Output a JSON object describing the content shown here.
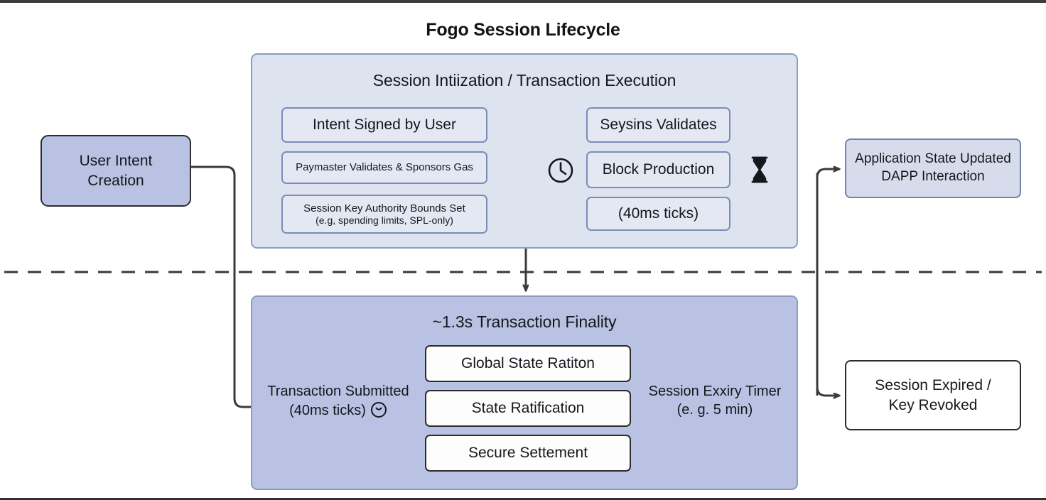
{
  "diagram": {
    "title": "Fogo Session Lifecycle",
    "type": "flowchart",
    "colors": {
      "panel_top_fill": "#dee3f0",
      "panel_bottom_fill": "#b9c2e2",
      "panel_border": "#8b9bc4",
      "chip_light_fill": "#e4e8f3",
      "chip_light_border": "#7b8cb8",
      "chip_white_fill": "#fdfdfd",
      "chip_white_border": "#2c2c2c",
      "user_intent_fill": "#b9c2e2",
      "app_state_fill": "#d7dcec",
      "session_expired_fill": "#ffffff",
      "text": "#14181d",
      "connector": "#3a3a3a",
      "background": "#ffffff"
    }
  },
  "user_intent_box": {
    "line1": "User Intent",
    "line2": "Creation"
  },
  "panel_init": {
    "heading": "Session Intiization / Transaction Execution",
    "left_column": [
      {
        "label": "Intent Signed by User"
      },
      {
        "label": "Paymaster Validates & Sponsors Gas"
      },
      {
        "label": "Session Key Authority Bounds Set",
        "sublabel": "(e.g, spending limits, SPL-only)"
      }
    ],
    "right_column": [
      {
        "label": "Seysins Validates"
      },
      {
        "label": "Block Production"
      },
      {
        "label": "(40ms ticks)"
      }
    ],
    "icons": {
      "clock": "clock-icon",
      "hourglass": "hourglass-icon",
      "divider": "vertical-dashed-divider"
    }
  },
  "panel_finality": {
    "heading": "~1.3s Transaction Finality",
    "steps": [
      {
        "label": "Global State Ratiton"
      },
      {
        "label": "State Ratification"
      },
      {
        "label": "Secure Settement"
      }
    ],
    "left_label": {
      "line1": "Transaction Submitted",
      "line2": "(40ms ticks)",
      "icon": "timer-icon"
    },
    "right_label": {
      "line1": "Session Exxiry Timer",
      "line2": "(e. g. 5 min)"
    }
  },
  "app_state_box": {
    "line1": "Application State Updated",
    "line2": "DAPP Interaction"
  },
  "session_expired_box": {
    "line1": "Session Expired /",
    "line2": "Key Revoked"
  },
  "connectors": [
    {
      "name": "user-intent-to-finality",
      "from": "User Intent Creation",
      "to": "~1.3s Transaction Finality",
      "style": "solid-elbow"
    },
    {
      "name": "init-to-finality",
      "from": "Session Intiization / Transaction Execution",
      "to": "~1.3s Transaction Finality",
      "style": "solid-arrow-down"
    },
    {
      "name": "finality-to-app-state",
      "from": "~1.3s Transaction Finality",
      "to": "Application State Updated DAPP Interaction",
      "style": "solid-arrow"
    },
    {
      "name": "finality-to-session-expired",
      "from": "~1.3s Transaction Finality",
      "to": "Session Expired / Key Revoked",
      "style": "solid-arrow"
    },
    {
      "name": "phase-separator",
      "style": "horizontal-dashed"
    }
  ]
}
